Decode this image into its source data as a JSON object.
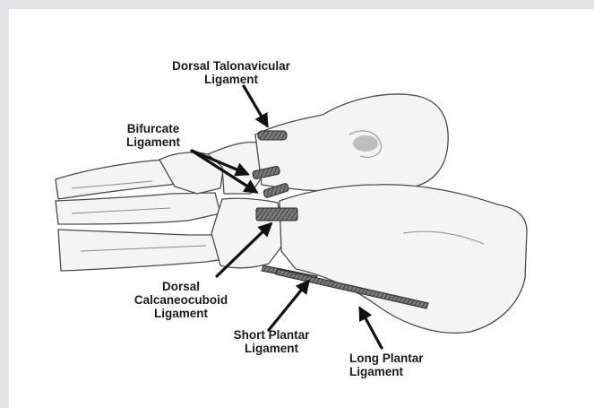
{
  "labels": {
    "dorsal_talonavicular": "Dorsal Talonavicular\nLigament",
    "bifurcate": "Bifurcate\nLigament",
    "dorsal_calcaneocuboid": "Dorsal\nCalcaneocuboid\nLigament",
    "short_plantar": "Short Plantar\nLigament",
    "long_plantar": "Long Plantar\nLigament"
  },
  "colors": {
    "page_background": "#e4e4e6",
    "figure_background": "#ffffff",
    "bone_fill": "#f4f4f4",
    "bone_outline": "#4a4a4a",
    "ligament_fill": "#5a5a5a",
    "arrow": "#111111",
    "label_text": "#1a1a1a"
  },
  "icons": {
    "pointer": "arrow-icon"
  }
}
